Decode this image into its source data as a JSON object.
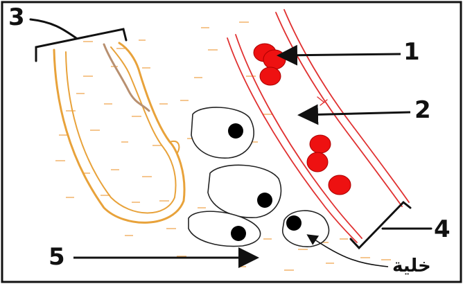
{
  "diagram": {
    "labels": {
      "l1": "1",
      "l2": "2",
      "l3": "3",
      "l4": "4",
      "l5": "5",
      "cell": "خلية"
    },
    "colors": {
      "frame": "#111111",
      "gland": "#e8a23a",
      "gland_inner": "#b89070",
      "vessel": "#e03030",
      "red_cell": "#ee1111",
      "fluid_dash": "#f2b36a",
      "cell_outline": "#222222",
      "nucleus": "#000000"
    }
  }
}
